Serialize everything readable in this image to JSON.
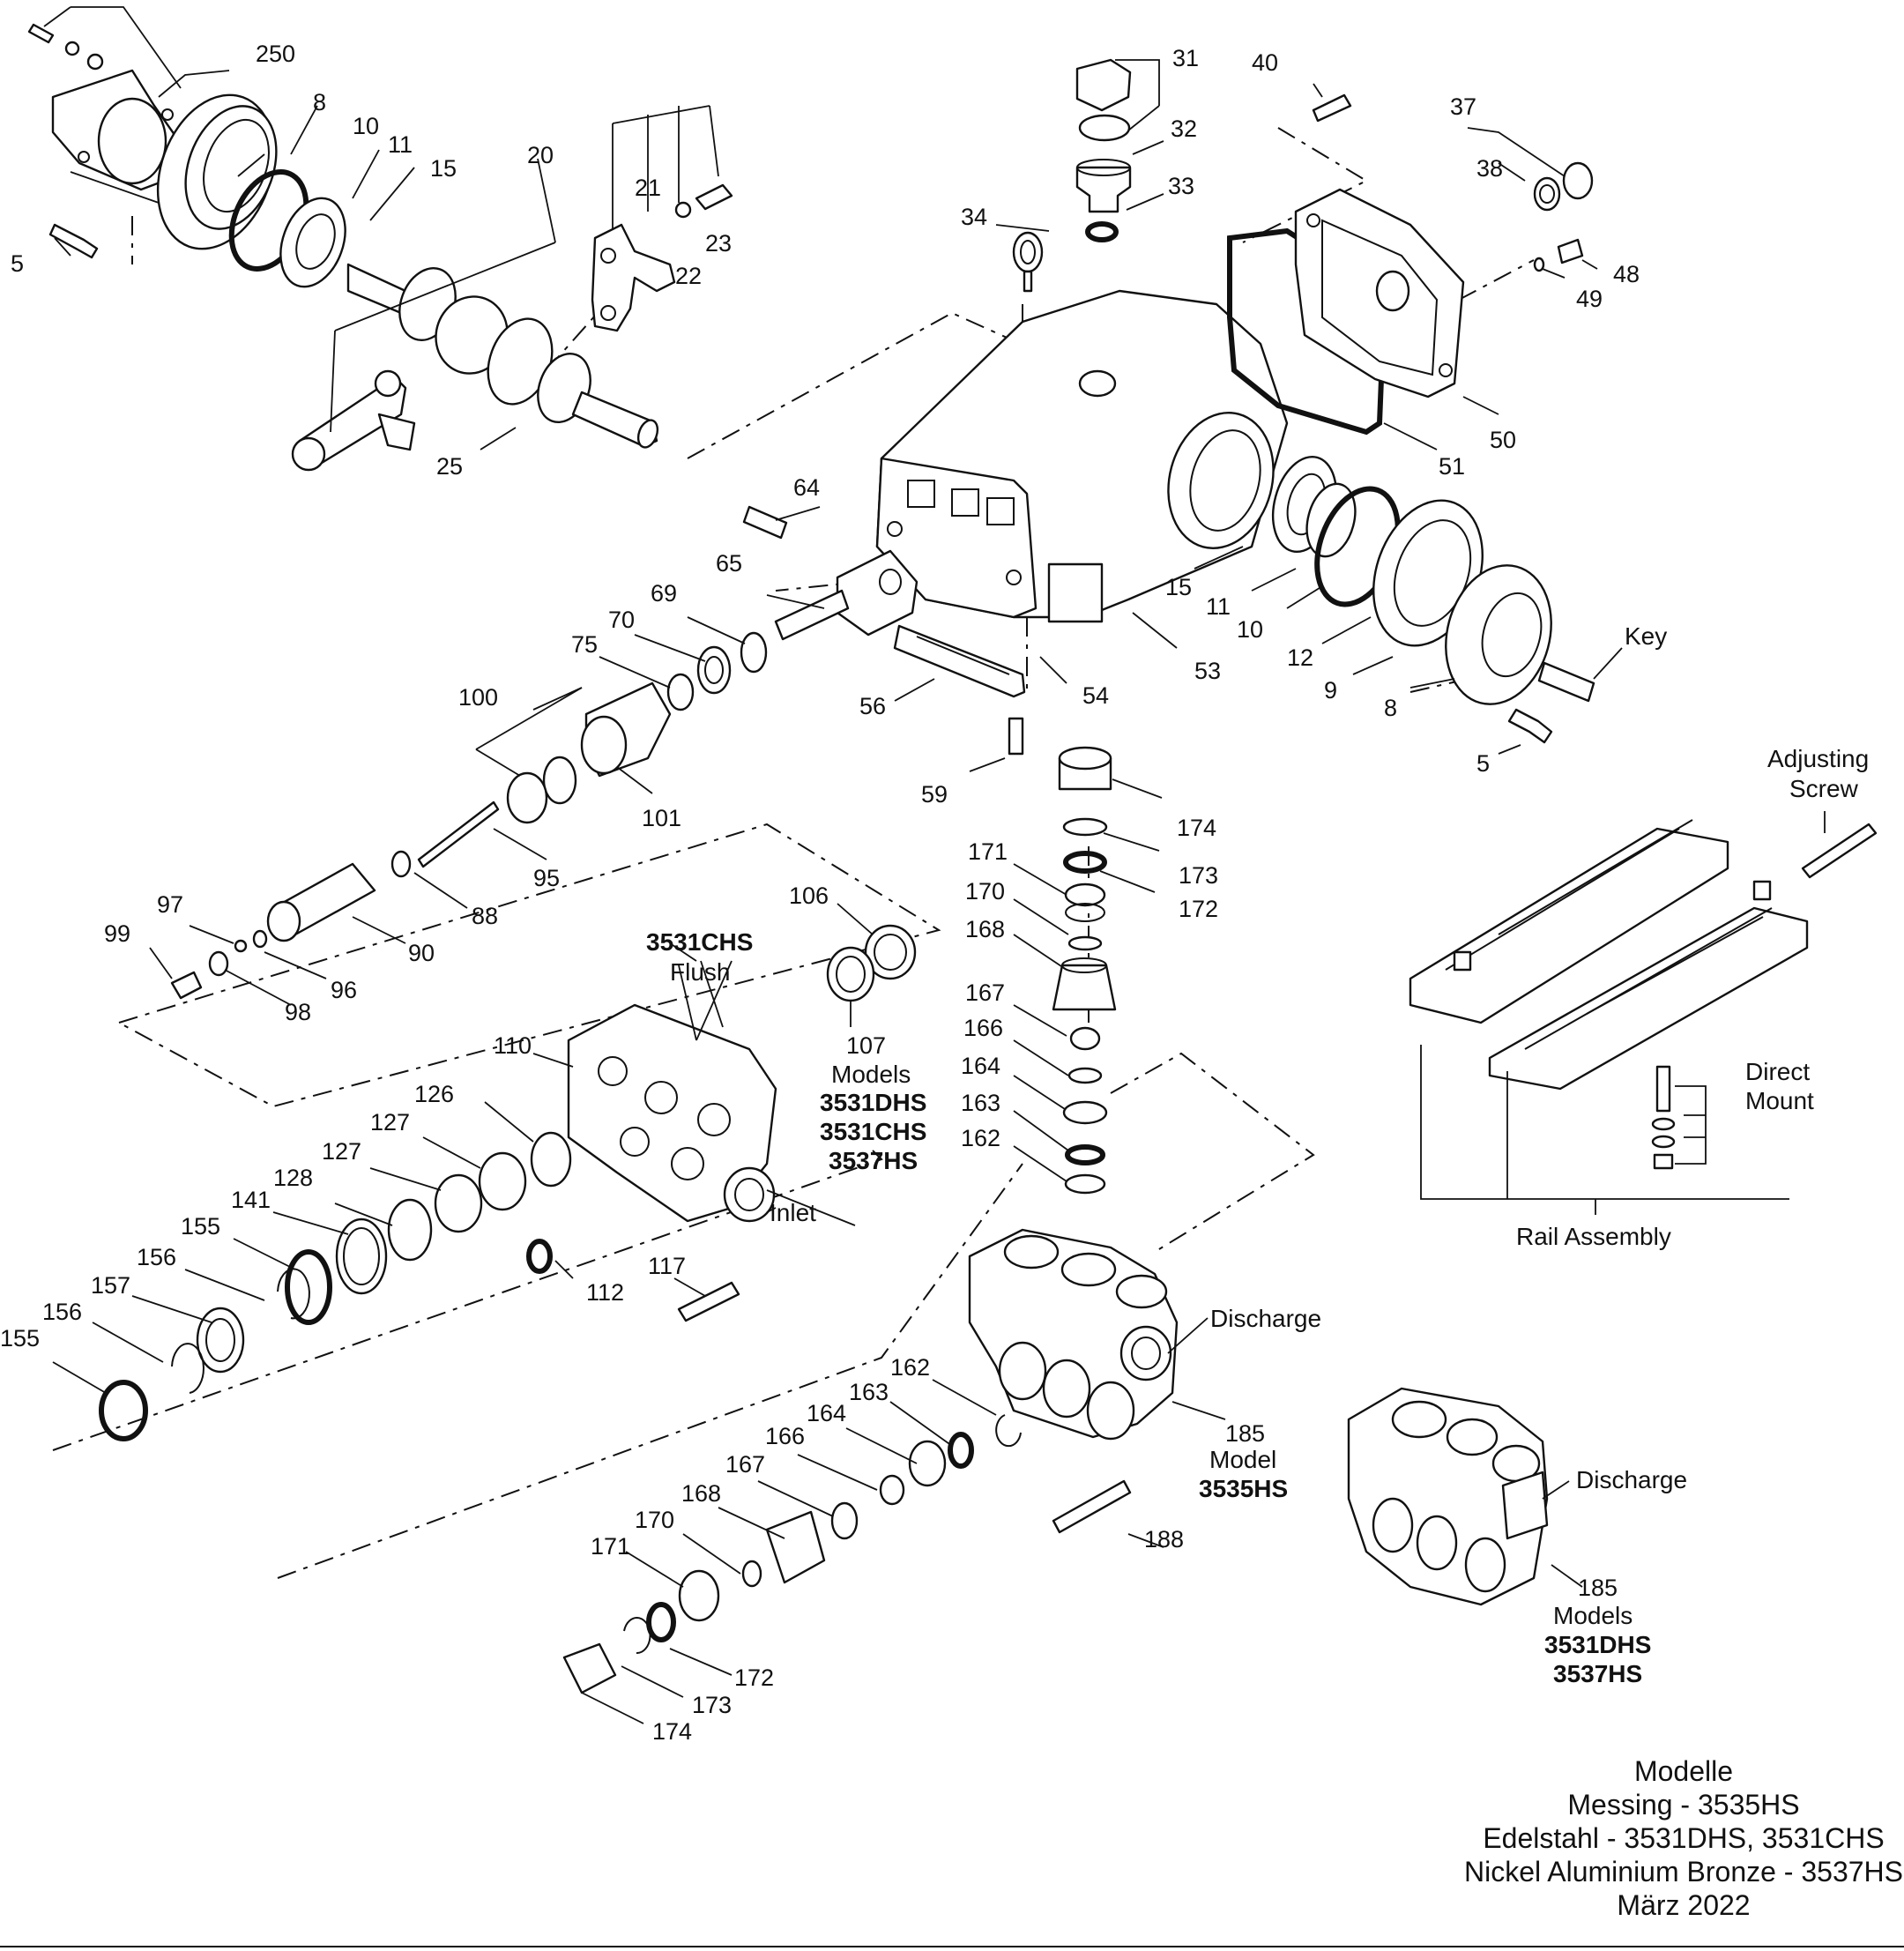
{
  "callouts": {
    "c250": "250",
    "c8a": "8",
    "c10a": "10",
    "c11a": "11",
    "c15a": "15",
    "c20": "20",
    "c21": "21",
    "c23": "23",
    "c22": "22",
    "c5a": "5",
    "c25": "25",
    "c31": "31",
    "c32": "32",
    "c33": "33",
    "c34": "34",
    "c40": "40",
    "c37": "37",
    "c38": "38",
    "c48": "48",
    "c49": "49",
    "c50": "50",
    "c51": "51",
    "c64": "64",
    "c65": "65",
    "c69": "69",
    "c70a": "70",
    "c75": "75",
    "c15b": "15",
    "c11b": "11",
    "c10b": "10",
    "c12": "12",
    "c9": "9",
    "c8b": "8",
    "c5b": "5",
    "c53": "53",
    "c54": "54",
    "c56": "56",
    "c59": "59",
    "c100": "100",
    "c101": "101",
    "c95": "95",
    "c88": "88",
    "c90": "90",
    "c97": "97",
    "c99": "99",
    "c96": "96",
    "c98": "98",
    "c106": "106",
    "c107": "107",
    "c110": "110",
    "c126": "126",
    "c127a": "127",
    "c127b": "127",
    "c128": "128",
    "c141": "141",
    "c155a": "155",
    "c156a": "156",
    "c157": "157",
    "c156b": "156",
    "c155b": "155",
    "c112": "112",
    "c117": "117",
    "c174a": "174",
    "c173a": "173",
    "c172a": "172",
    "c171a": "171",
    "c170a": "170",
    "c168a": "168",
    "c167a": "167",
    "c166a": "166",
    "c164a": "164",
    "c163a": "163",
    "c162a": "162",
    "c162b": "162",
    "c163b": "163",
    "c164b": "164",
    "c166b": "166",
    "c167b": "167",
    "c168b": "168",
    "c170b": "170",
    "c171b": "171",
    "c172b": "172",
    "c173b": "173",
    "c174b": "174",
    "c185a": "185",
    "c188": "188",
    "c185b": "185"
  },
  "labels": {
    "key": "Key",
    "adjusting_screw_1": "Adjusting",
    "adjusting_screw_2": "Screw",
    "direct_mount_1": "Direct",
    "direct_mount_2": "Mount",
    "rail_assembly": "Rail Assembly",
    "flush_model": "3531CHS",
    "flush": "Flush",
    "inlet": "Inlet",
    "models": "Models",
    "model_3531dhs": "3531DHS",
    "model_3531chs": "3531CHS",
    "model_3537hs": "3537HS",
    "discharge_1": "Discharge",
    "model_single": "Model",
    "model_3535hs": "3535HS",
    "discharge_2": "Discharge",
    "models_2": "Models",
    "model_3531dhs_2": "3531DHS",
    "model_3537hs_2": "3537HS"
  },
  "footer": {
    "title": "Modelle",
    "line1": "Messing - 3535HS",
    "line2": "Edelstahl - 3531DHS, 3531CHS",
    "line3": "Nickel Aluminium Bronze - 3537HS",
    "date": "März 2022"
  }
}
